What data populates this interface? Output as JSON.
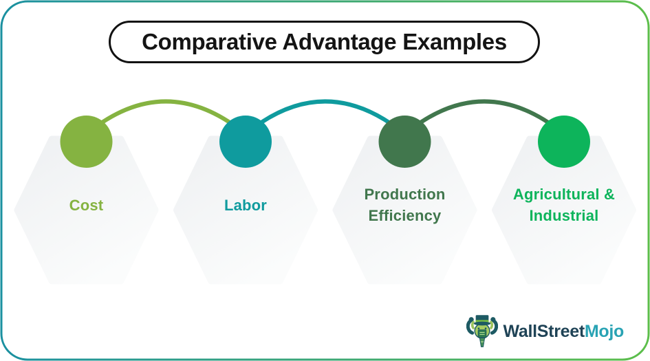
{
  "title": "Comparative Advantage Examples",
  "items": [
    {
      "label": "Cost",
      "color": "#85b341"
    },
    {
      "label": "Labor",
      "color": "#0f9b9e"
    },
    {
      "label": "Production Efficiency",
      "color": "#41774d"
    },
    {
      "label": "Agricultural & Industrial",
      "color": "#0db45b"
    }
  ],
  "frame": {
    "border_gradient_start": "#1a90a0",
    "border_gradient_end": "#5cbe4a"
  },
  "hexagon": {
    "fill_start": "#eef0f2",
    "fill_end": "#fbfcfc"
  },
  "logo": {
    "icon": "wallstreetmojo-bull-mascot-icon",
    "primary_text": "WallStreet",
    "secondary_text": "Mojo",
    "primary_color": "#1f4356",
    "secondary_color": "#29a3b4"
  }
}
